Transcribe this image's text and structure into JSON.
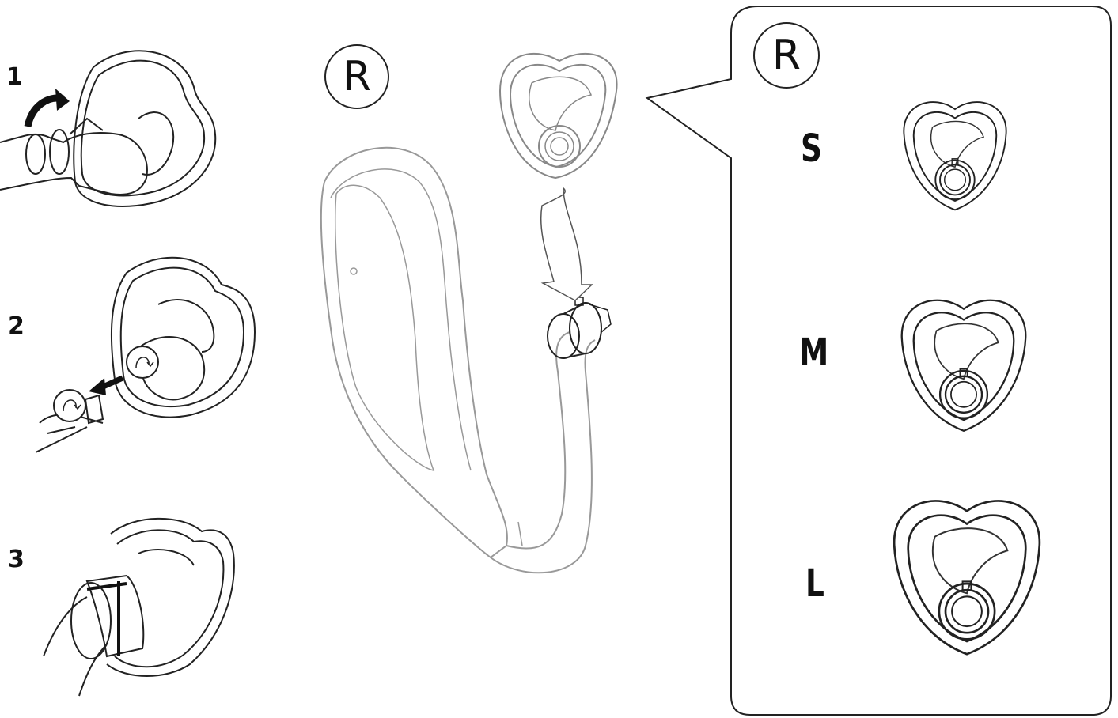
{
  "steps": [
    {
      "number": "1",
      "description_icon": "attach-earbud-twist-icon"
    },
    {
      "number": "2",
      "description_icon": "remove-eartip-icon"
    },
    {
      "number": "3",
      "description_icon": "attached-eartip-icon"
    }
  ],
  "main_badge": "R",
  "callout_badge": "R",
  "sizes": [
    {
      "label": "S",
      "icon": "eartip-small-icon"
    },
    {
      "label": "M",
      "icon": "eartip-medium-icon"
    },
    {
      "label": "L",
      "icon": "eartip-large-icon"
    }
  ],
  "colors": {
    "line": "#222222",
    "light_line": "#999999",
    "background": "#ffffff"
  }
}
